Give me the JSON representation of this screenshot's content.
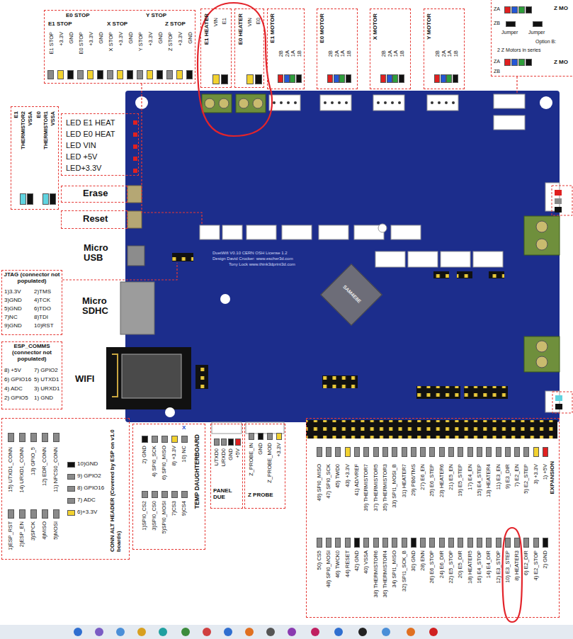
{
  "diagram": {
    "nodes": [
      {
        "text": [
          "E0 STOP",
          "Y STOP",
          "E1 STOP",
          "X STOP",
          "Z STOP",
          "E1 STOP",
          "+3.3V",
          "GND",
          "E0 STOP",
          "+3.3V",
          "GND",
          "X STOP",
          "+3.3V",
          "GND",
          "Y STOP",
          "+3.3V",
          "GND",
          "Z STOP",
          "+3.3V",
          "GND"
        ]
      },
      {
        "text": [
          "E1 HEATER",
          "VIN",
          "E1"
        ]
      },
      {
        "text": [
          "E0 HEATER",
          "VIN",
          "E0"
        ]
      },
      {
        "text": [
          "E1 MOTOR",
          "2B",
          "2A",
          "1A",
          "1B"
        ]
      },
      {
        "text": [
          "E0 MOTOR",
          "2B",
          "2A",
          "1A",
          "1B"
        ]
      },
      {
        "text": [
          "X MOTOR",
          "2B",
          "2A",
          "1A",
          "1B"
        ]
      },
      {
        "text": [
          "Y MOTOR",
          "2B",
          "2A",
          "1A",
          "1B"
        ]
      },
      {
        "text": [
          "ZA",
          "ZB",
          "Z MO",
          "Jumper",
          "Jumper",
          "Option B:",
          "2 Z Motors in series",
          "ZA",
          "ZB",
          "Z MO"
        ]
      },
      {
        "text": [
          "E1",
          "THERMISTOR2",
          "VSSA",
          "E0",
          "THERMISTOR1",
          "VSSA"
        ]
      },
      {
        "text": [
          "LED E1 HEAT",
          "LED E0 HEAT",
          "LED VIN",
          "LED +5V",
          "LED+3.3V"
        ]
      },
      {
        "text": [
          "Erase"
        ]
      },
      {
        "text": [
          "Reset"
        ]
      },
      {
        "text": [
          "JTAG (connector not populated)",
          "1)3.3V",
          "2)TMS",
          "3)GND",
          "4)TCK",
          "5)GND",
          "6)TDO",
          "7)NC",
          "8)TDI",
          "9)GND",
          "10)RST"
        ]
      },
      {
        "text": [
          "ESP_COMMS (connector not populated)",
          "8) +5V",
          "7) GPIO2",
          "6) GPIO16",
          "5) UTXD1",
          "4) ADC",
          "3) URXD1",
          "2) GPIO5",
          "1) GND"
        ]
      },
      {
        "text": [
          "DuetWifi V0.10 CERN OSH License 1.2",
          "Design David Crocker: www.escher3d.com",
          "Tony Lock www.think3dprint3d.com"
        ]
      },
      {
        "text": [
          "SAM4E8E"
        ],
        "in": 14
      },
      {
        "text": [
          "CONN ALT HEADER (Covered by ESP on v1.0 boards)",
          "11) NPCS0_CONN",
          "12) EDR_CONN",
          "13) GPIO_5",
          "14) URXD1_CONN",
          "15) UTXD1_CONN",
          "10)GND",
          "9) GPIO2",
          "8) GPIO16",
          "7) ADC",
          "6)+3.3V",
          "5)MOSI",
          "4)MISO",
          "3)SPCK",
          "2)ESP_EN",
          "1)ESP_RST"
        ]
      },
      {
        "text": [
          "TEMP DAUGHTERBOARD",
          "X",
          "10) NC",
          "8) +3.3V",
          "6) SPI0_MISO",
          "4) SPI0_SCK",
          "2) GND",
          "9)CS4",
          "7)CS3",
          "5)SPI0_MOSI",
          "3)SPI0_CS0",
          "1)SPI0_CS2"
        ]
      },
      {
        "text": [
          "UTXD0",
          "URXD0",
          "GND",
          "+5V",
          "PANEL DUE"
        ]
      },
      {
        "text": [
          "Z_PROBE_IN",
          "GND",
          "Z_PROBE_MOD",
          "+3.3V",
          "Z PROBE"
        ]
      },
      {
        "text": [
          "EXPANSION",
          "1) +5V",
          "3) +3.3V",
          "5) E2_STEP",
          "7) E2_EN",
          "9) E3_DIR",
          "11) E3_EN",
          "13) HEATER4",
          "15) E4_STEP",
          "17) E4_EN",
          "19) E5_STEP",
          "21) E5_EN",
          "23) HEATER6",
          "25) E6_STEP",
          "27) E6_EN",
          "29) PB6/TMS",
          "31) HEATER7",
          "33) SPI1_MOSI_B",
          "35) THERMISTOR3",
          "37) THERMISTOR5",
          "39) THERMISTOR7",
          "41) AD/VREF",
          "43) +3.3V",
          "45) TWD0",
          "47) SPI0_SCK",
          "49) SPI0_MISO",
          "2) GND",
          "4) E2_STOP",
          "6) E2_DIR",
          "8) HEATER3",
          "10) E3_STEP",
          "12) E3_STOP",
          "14) E4_DIR",
          "16) E4_STOP",
          "18) HEATER5",
          "20) E5_DIR",
          "22) E5_STOP",
          "24) E6_DIR",
          "26) E6_STOP",
          "28) ENN",
          "30) GND",
          "32) SPI1_SCK_B",
          "34) SPI1_MISO",
          "36) THERMISTOR4",
          "38) THERMISTOR6",
          "40) VSSA",
          "42) GND",
          "44) RESET",
          "46) TWCK0",
          "48) SPI0_MOSI",
          "50) CS5"
        ]
      }
    ],
    "labels": [
      "Micro USB",
      "Micro SDHC",
      "WIFI"
    ]
  }
}
